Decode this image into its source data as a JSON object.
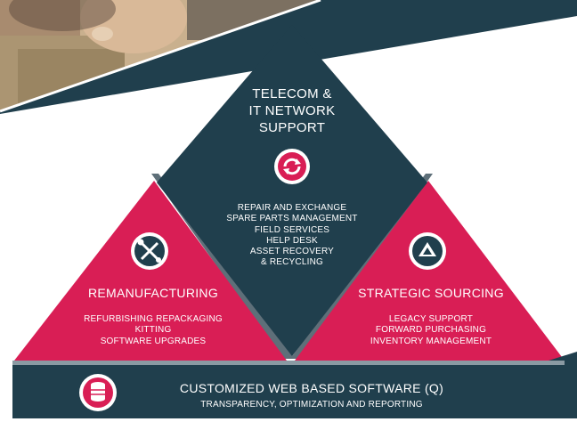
{
  "colors": {
    "navy": "#203f4d",
    "crimson": "#d91e55",
    "steel": "#5e6f79",
    "white": "#ffffff"
  },
  "top": {
    "title_lines": [
      "TELECOM &",
      "IT NETWORK",
      "SUPPORT"
    ],
    "icon": "refresh-icon",
    "items": [
      "REPAIR AND EXCHANGE",
      "SPARE PARTS MANAGEMENT",
      "FIELD SERVICES",
      "HELP DESK",
      "ASSET RECOVERY",
      "& RECYCLING"
    ]
  },
  "left": {
    "title": "REMANUFACTURING",
    "icon": "tools-icon",
    "items": [
      "REFURBISHING REPACKAGING",
      "KITTING",
      "SOFTWARE UPGRADES"
    ]
  },
  "right": {
    "title": "STRATEGIC SOURCING",
    "icon": "recycle-triangle-icon",
    "items": [
      "LEGACY SUPPORT",
      "FORWARD PURCHASING",
      "INVENTORY MANAGEMENT"
    ]
  },
  "bottom": {
    "title": "CUSTOMIZED WEB BASED SOFTWARE (Q)",
    "subtitle": "TRANSPARENCY, OPTIMIZATION AND REPORTING",
    "icon": "database-icon"
  }
}
